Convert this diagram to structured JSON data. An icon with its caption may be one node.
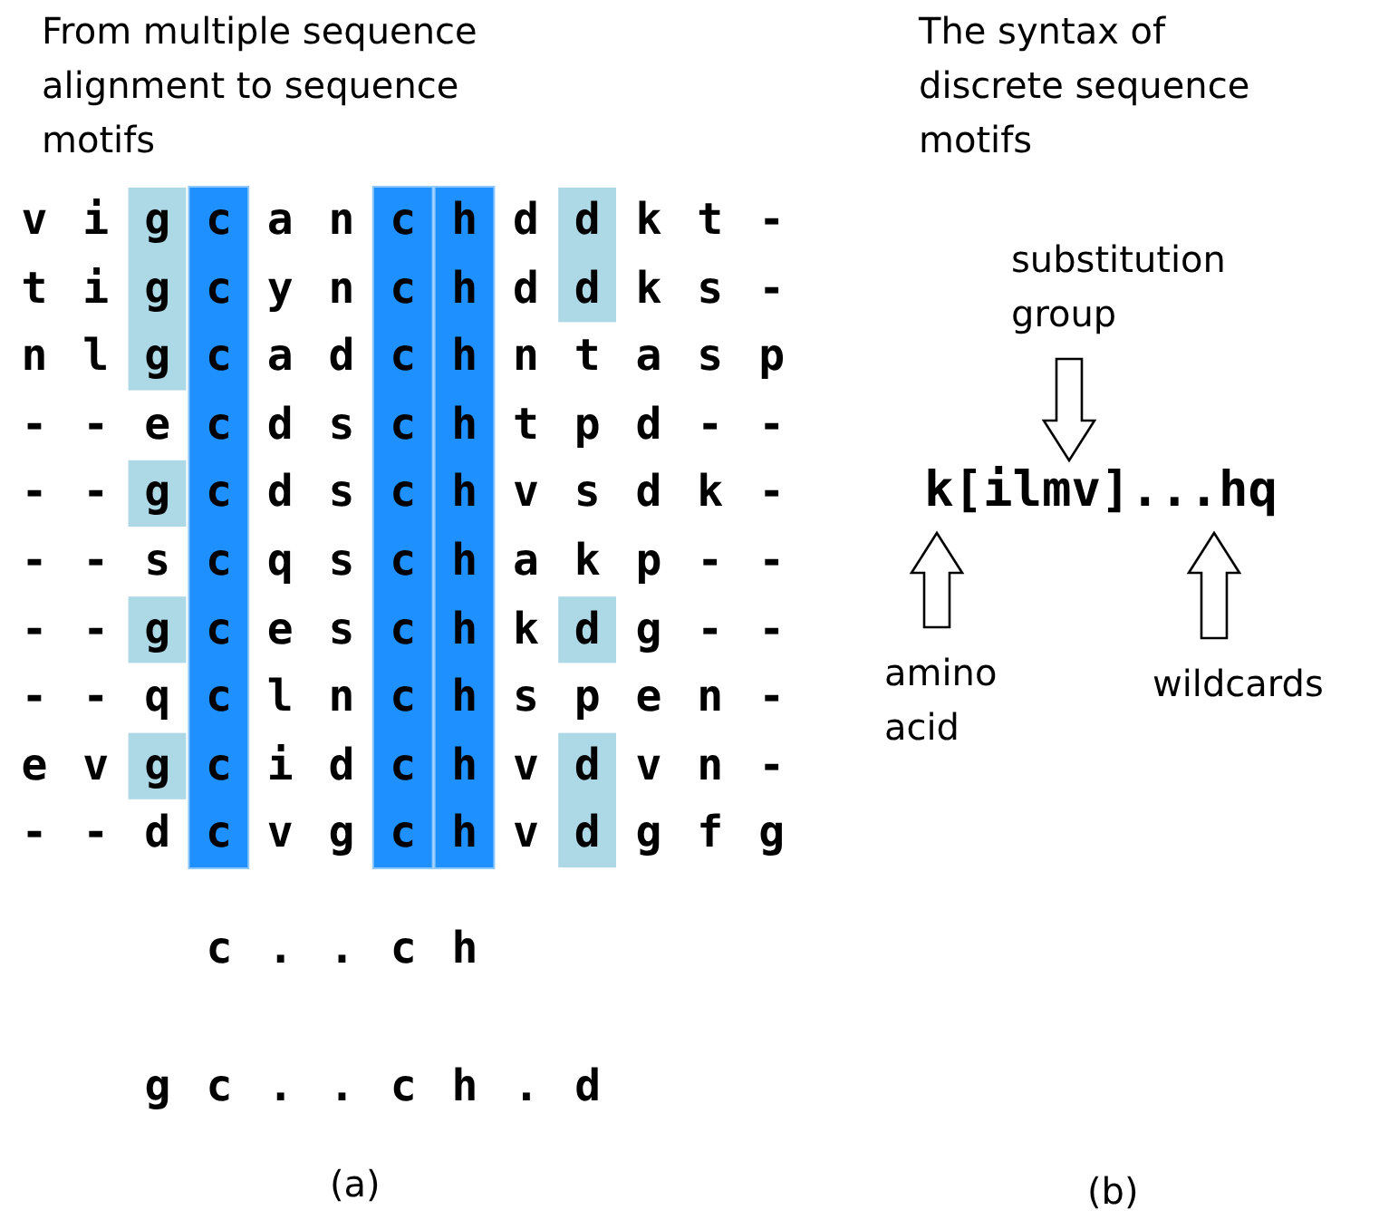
{
  "diagram": {
    "nodes": [
      {
        "text": [
          "substitution group"
        ]
      },
      {
        "text": [
          "k[ilmv]...hq"
        ]
      },
      {
        "text": [
          "amino acid"
        ]
      },
      {
        "text": [
          "wildcards"
        ]
      }
    ],
    "edges": [
      {
        "from": 0,
        "to": 1,
        "arrow": "to"
      },
      {
        "from": 2,
        "to": 1,
        "arrow": "to"
      },
      {
        "from": 3,
        "to": 1,
        "arrow": "to"
      }
    ],
    "labels": [
      "From multiple sequence alignment to sequence motifs",
      "The syntax of discrete sequence motifs",
      "v",
      "i",
      "g",
      "c",
      "a",
      "n",
      "c",
      "h",
      "d",
      "d",
      "k",
      "t",
      "-",
      "t",
      "i",
      "g",
      "c",
      "y",
      "n",
      "c",
      "h",
      "d",
      "d",
      "k",
      "s",
      "-",
      "n",
      "l",
      "g",
      "c",
      "a",
      "d",
      "c",
      "h",
      "n",
      "t",
      "a",
      "s",
      "p",
      "-",
      "-",
      "e",
      "c",
      "d",
      "s",
      "c",
      "h",
      "t",
      "p",
      "d",
      "-",
      "-",
      "-",
      "-",
      "g",
      "c",
      "d",
      "s",
      "c",
      "h",
      "v",
      "s",
      "d",
      "k",
      "-",
      "-",
      "-",
      "s",
      "c",
      "q",
      "s",
      "c",
      "h",
      "a",
      "k",
      "p",
      "-",
      "-",
      "-",
      "-",
      "g",
      "c",
      "e",
      "s",
      "c",
      "h",
      "k",
      "d",
      "g",
      "-",
      "-",
      "-",
      "-",
      "q",
      "c",
      "l",
      "n",
      "c",
      "h",
      "s",
      "p",
      "e",
      "n",
      "-",
      "e",
      "v",
      "g",
      "c",
      "i",
      "d",
      "c",
      "h",
      "v",
      "d",
      "v",
      "n",
      "-",
      "-",
      "-",
      "d",
      "c",
      "v",
      "g",
      "c",
      "h",
      "v",
      "d",
      "g",
      "f",
      "g",
      "c . . c h",
      "g c . . c h . d",
      "(a)",
      "(b)"
    ]
  }
}
